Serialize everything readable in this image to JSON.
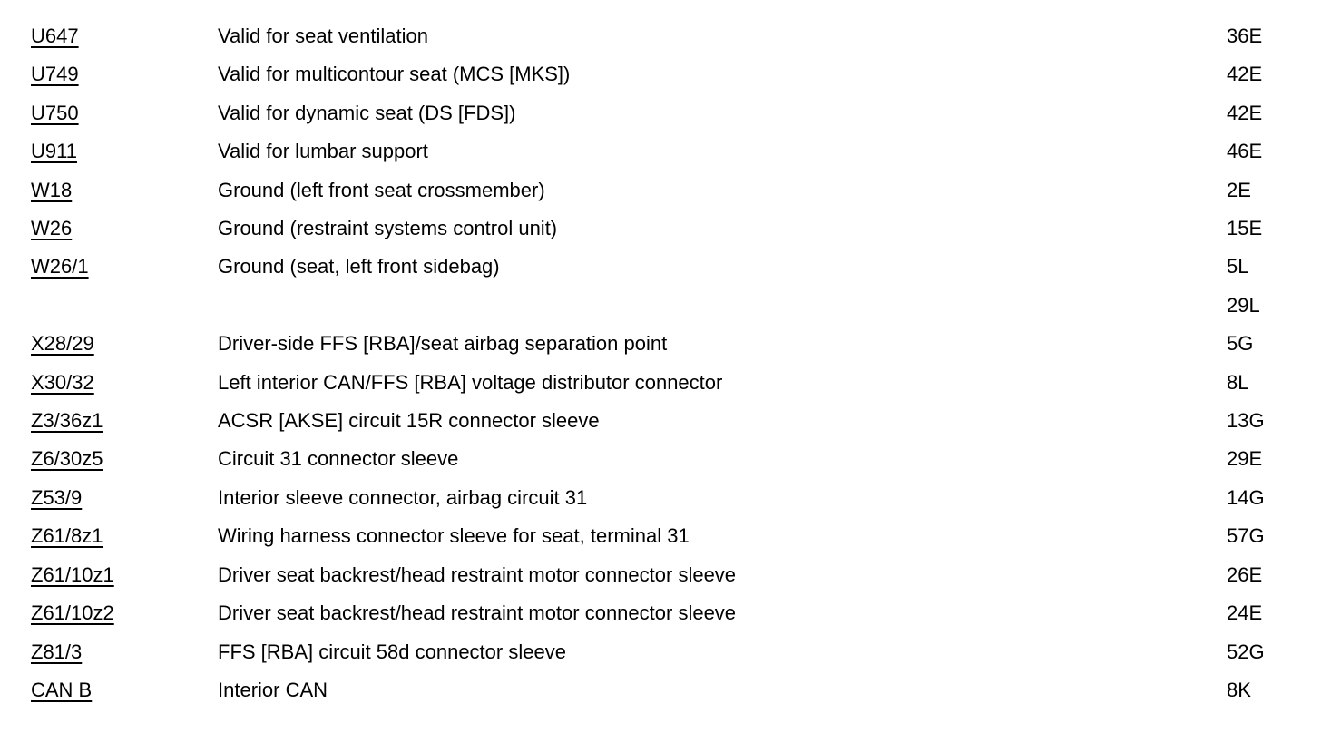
{
  "page": {
    "background_color": "#ffffff",
    "text_color": "#000000"
  },
  "legend_table": {
    "columns": [
      "component_code",
      "description",
      "grid_location"
    ],
    "rows": [
      {
        "code": "U647",
        "description": "Valid for seat ventilation",
        "locations": [
          "36E"
        ]
      },
      {
        "code": "U749",
        "description": "Valid for multicontour seat (MCS [MKS])",
        "locations": [
          "42E"
        ]
      },
      {
        "code": "U750",
        "description": "Valid for dynamic seat (DS [FDS])",
        "locations": [
          "42E"
        ]
      },
      {
        "code": "U911",
        "description": "Valid for lumbar support",
        "locations": [
          "46E"
        ]
      },
      {
        "code": "W18",
        "description": "Ground (left front seat crossmember)",
        "locations": [
          "2E"
        ]
      },
      {
        "code": "W26",
        "description": "Ground (restraint systems control unit)",
        "locations": [
          "15E"
        ]
      },
      {
        "code": "W26/1",
        "description": "Ground (seat, left front sidebag)",
        "locations": [
          "5L",
          "29L"
        ]
      },
      {
        "code": "X28/29",
        "description": "Driver-side FFS [RBA]/seat airbag separation point",
        "locations": [
          "5G"
        ]
      },
      {
        "code": "X30/32",
        "description": "Left interior CAN/FFS [RBA] voltage distributor connector",
        "locations": [
          "8L"
        ]
      },
      {
        "code": "Z3/36z1",
        "description": "ACSR [AKSE] circuit 15R connector sleeve",
        "locations": [
          "13G"
        ]
      },
      {
        "code": "Z6/30z5",
        "description": "Circuit 31 connector sleeve",
        "locations": [
          "29E"
        ]
      },
      {
        "code": "Z53/9",
        "description": "Interior sleeve connector, airbag circuit 31",
        "locations": [
          "14G"
        ]
      },
      {
        "code": "Z61/8z1",
        "description": "Wiring harness connector sleeve for seat, terminal 31",
        "locations": [
          "57G"
        ]
      },
      {
        "code": "Z61/10z1",
        "description": "Driver seat backrest/head restraint motor connector sleeve",
        "locations": [
          "26E"
        ]
      },
      {
        "code": "Z61/10z2",
        "description": "Driver seat backrest/head restraint motor connector sleeve",
        "locations": [
          "24E"
        ]
      },
      {
        "code": "Z81/3",
        "description": "FFS [RBA] circuit 58d connector sleeve",
        "locations": [
          "52G"
        ]
      },
      {
        "code": "CAN B",
        "description": "Interior CAN",
        "locations": [
          "8K"
        ]
      }
    ]
  }
}
